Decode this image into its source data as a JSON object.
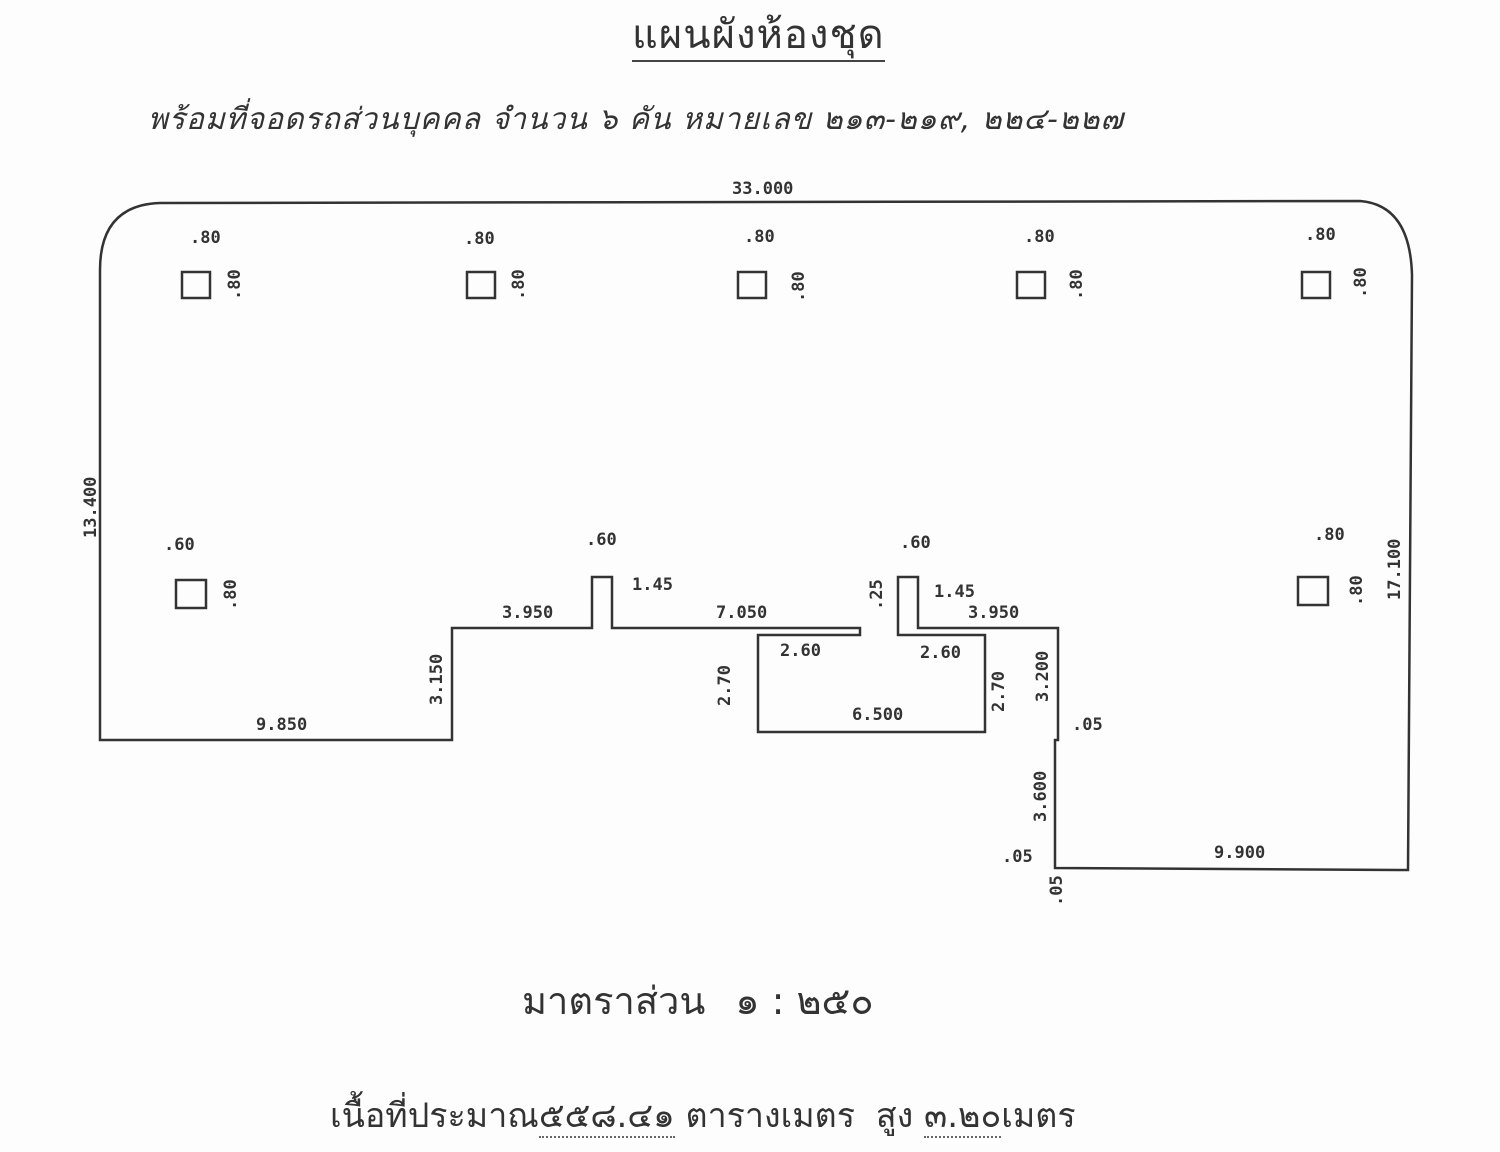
{
  "header": {
    "title": "แผนผังห้องชุด",
    "subtitle": "พร้อมที่จอดรถส่วนบุคคล จำนวน ๖ คัน หมายเลข ๒๑๓-๒๑๙, ๒๒๔-๒๒๗"
  },
  "dimensions": {
    "top_width": "33.000",
    "left_height": "13.400",
    "right_height": "17.100",
    "bottom_left": "9.850",
    "left_step_height": "3.150",
    "left_mid_run": "3.950",
    "center_run": "7.050",
    "right_mid_run": "3.950",
    "notch_left_height": "1.45",
    "notch_right_height": "1.45",
    "notch_left_width": ".60",
    "notch_right_width": ".60",
    "gap": ".25",
    "inner_left_top": "2.60",
    "inner_right_top": "2.60",
    "inner_left_side": "2.70",
    "inner_right_side": "2.70",
    "inner_bottom": "6.500",
    "right_step_upper": "3.200",
    "right_step_offset": ".05",
    "right_step_lower": "3.600",
    "corner_offset_a": ".05",
    "corner_offset_b": ".05",
    "bottom_right": "9.900"
  },
  "columns": [
    {
      "w": ".80",
      "h": ".80"
    },
    {
      "w": ".80",
      "h": ".80"
    },
    {
      "w": ".80",
      "h": ".80"
    },
    {
      "w": ".80",
      "h": ".80"
    },
    {
      "w": ".80",
      "h": ".80"
    },
    {
      "w": ".60",
      "h": ".80"
    },
    {
      "w": ".80",
      "h": ".80"
    }
  ],
  "footer": {
    "scale_label": "มาตราส่วน",
    "scale_value": "๑ : ๒๕๐",
    "area_label": "เนื้อที่ประมาณ",
    "area_value": "๕๕๘.๔๑",
    "area_unit": "ตารางเมตร",
    "height_label": "สูง",
    "height_value": "๓.๒๐",
    "height_unit": "เมตร"
  }
}
